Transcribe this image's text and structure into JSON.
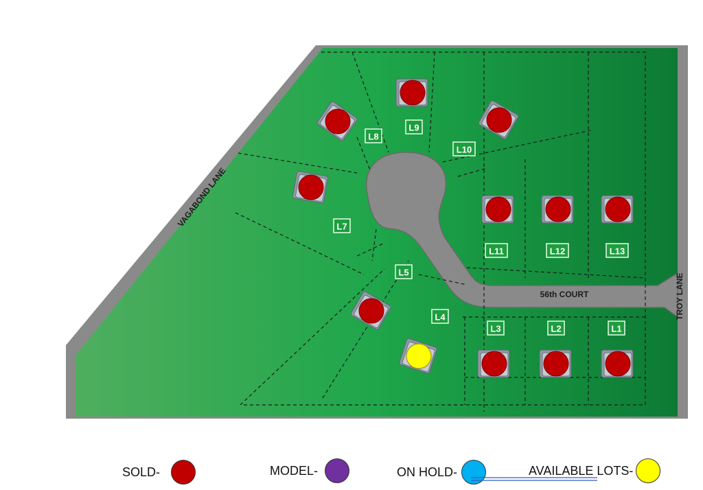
{
  "map": {
    "streets": {
      "vagabond": "VAGABOND LANE",
      "court": "56th COURT",
      "troy": "TROY LANE"
    },
    "colors": {
      "grass_light": "#4fae5f",
      "grass": "#1ea64a",
      "grass_dark": "#0d7a34",
      "road": "#8a8a8a",
      "sold": "#c00000",
      "model": "#7030a0",
      "on_hold": "#00b0f0",
      "available": "#ffff00"
    },
    "lots": [
      {
        "id": "L1",
        "label": "L1",
        "status": "sold"
      },
      {
        "id": "L2",
        "label": "L2",
        "status": "sold"
      },
      {
        "id": "L3",
        "label": "L3",
        "status": "sold"
      },
      {
        "id": "L4",
        "label": "L4",
        "status": "available"
      },
      {
        "id": "L5",
        "label": "L5",
        "status": "sold"
      },
      {
        "id": "L7",
        "label": "L7",
        "status": "sold"
      },
      {
        "id": "L8",
        "label": "L8",
        "status": "sold"
      },
      {
        "id": "L9",
        "label": "L9",
        "status": "sold"
      },
      {
        "id": "L10",
        "label": "L10",
        "status": "sold"
      },
      {
        "id": "L11",
        "label": "L11",
        "status": "sold"
      },
      {
        "id": "L12",
        "label": "L12",
        "status": "sold"
      },
      {
        "id": "L13",
        "label": "L13",
        "status": "sold"
      }
    ]
  },
  "legend": {
    "sold": "SOLD-",
    "model": "MODEL-",
    "on_hold": "ON HOLD-",
    "available": "AVAILABLE LOTS-"
  }
}
